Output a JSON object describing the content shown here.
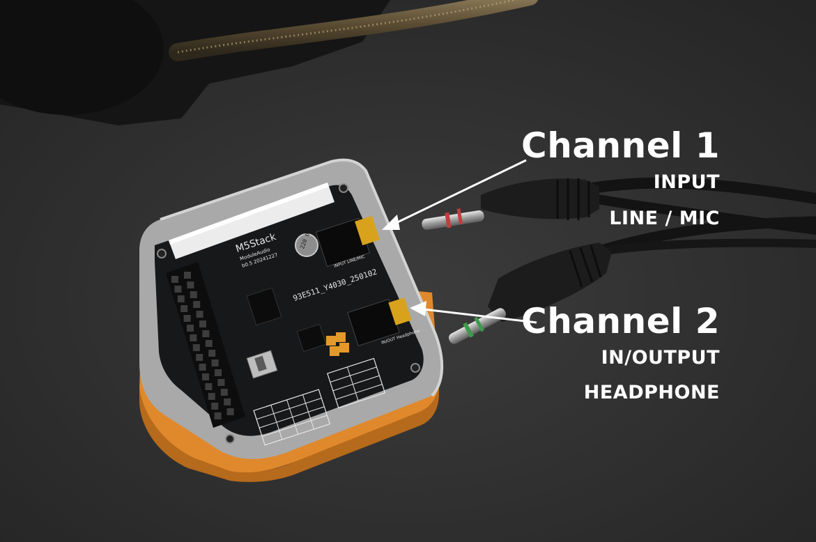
{
  "annotations": {
    "channel1": {
      "title": "Channel 1",
      "line1": "INPUT",
      "line2": "LINE / MIC"
    },
    "channel2": {
      "title": "Channel 2",
      "line1": "IN/OUTPUT",
      "line2": "HEADPHONE"
    }
  },
  "board": {
    "brand": "M5Stack",
    "model": "ModuleAudio",
    "version": "b0.5 20241227",
    "serial": "93E511_Y4030_250102",
    "jack1_label": "INPUT LINE/MIC",
    "jack2_label": "IN/OUT Headphone",
    "capacitor_marking": "220 6.3V"
  },
  "colors": {
    "background": "#2e2e2e",
    "enclosure": "#a9a9a9",
    "pcb": "#17181a",
    "base": "#e0892c",
    "jack": "#d8a21c",
    "cable": "#141414",
    "text": "#ffffff"
  }
}
